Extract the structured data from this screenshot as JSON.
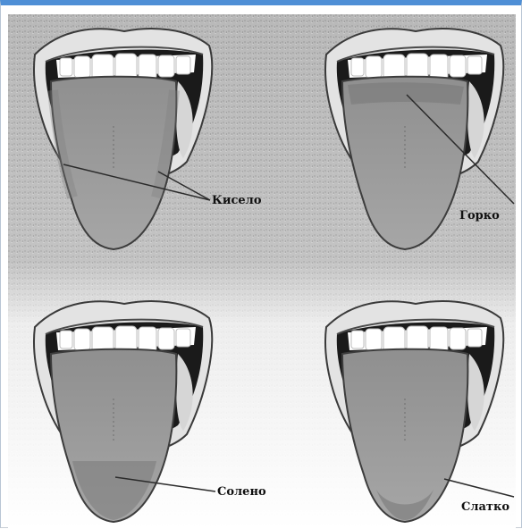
{
  "figure": {
    "labels": {
      "sour": "Кисело",
      "bitter": "Горко",
      "salty": "Солено",
      "sweet": "Слатко"
    }
  }
}
